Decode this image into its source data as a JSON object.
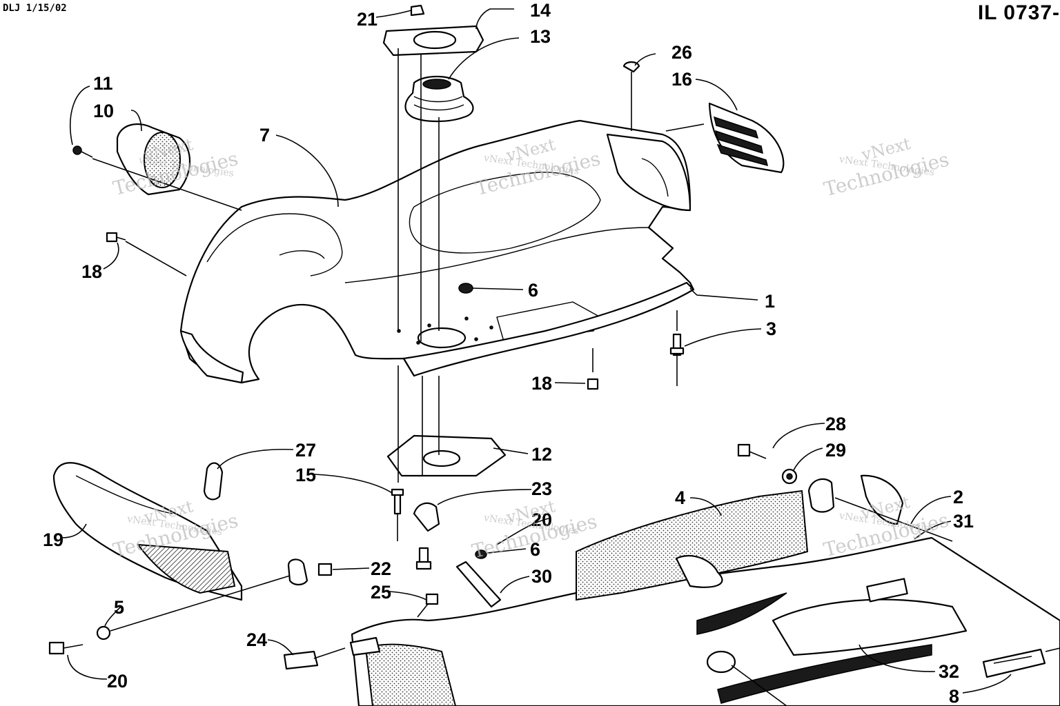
{
  "header": {
    "date_stamp": "DLJ 1/15/02",
    "illustration_number": "IL 0737-"
  },
  "watermark": {
    "line1": "vNext",
    "line2": "Technologies",
    "small": "vNext Technologies"
  },
  "callouts": [
    "1",
    "2",
    "3",
    "4",
    "5",
    "6",
    "6",
    "7",
    "8",
    "10",
    "11",
    "12",
    "13",
    "14",
    "15",
    "16",
    "18",
    "18",
    "19",
    "20",
    "20",
    "21",
    "22",
    "23",
    "24",
    "25",
    "26",
    "27",
    "28",
    "29",
    "30",
    "31",
    "32"
  ]
}
